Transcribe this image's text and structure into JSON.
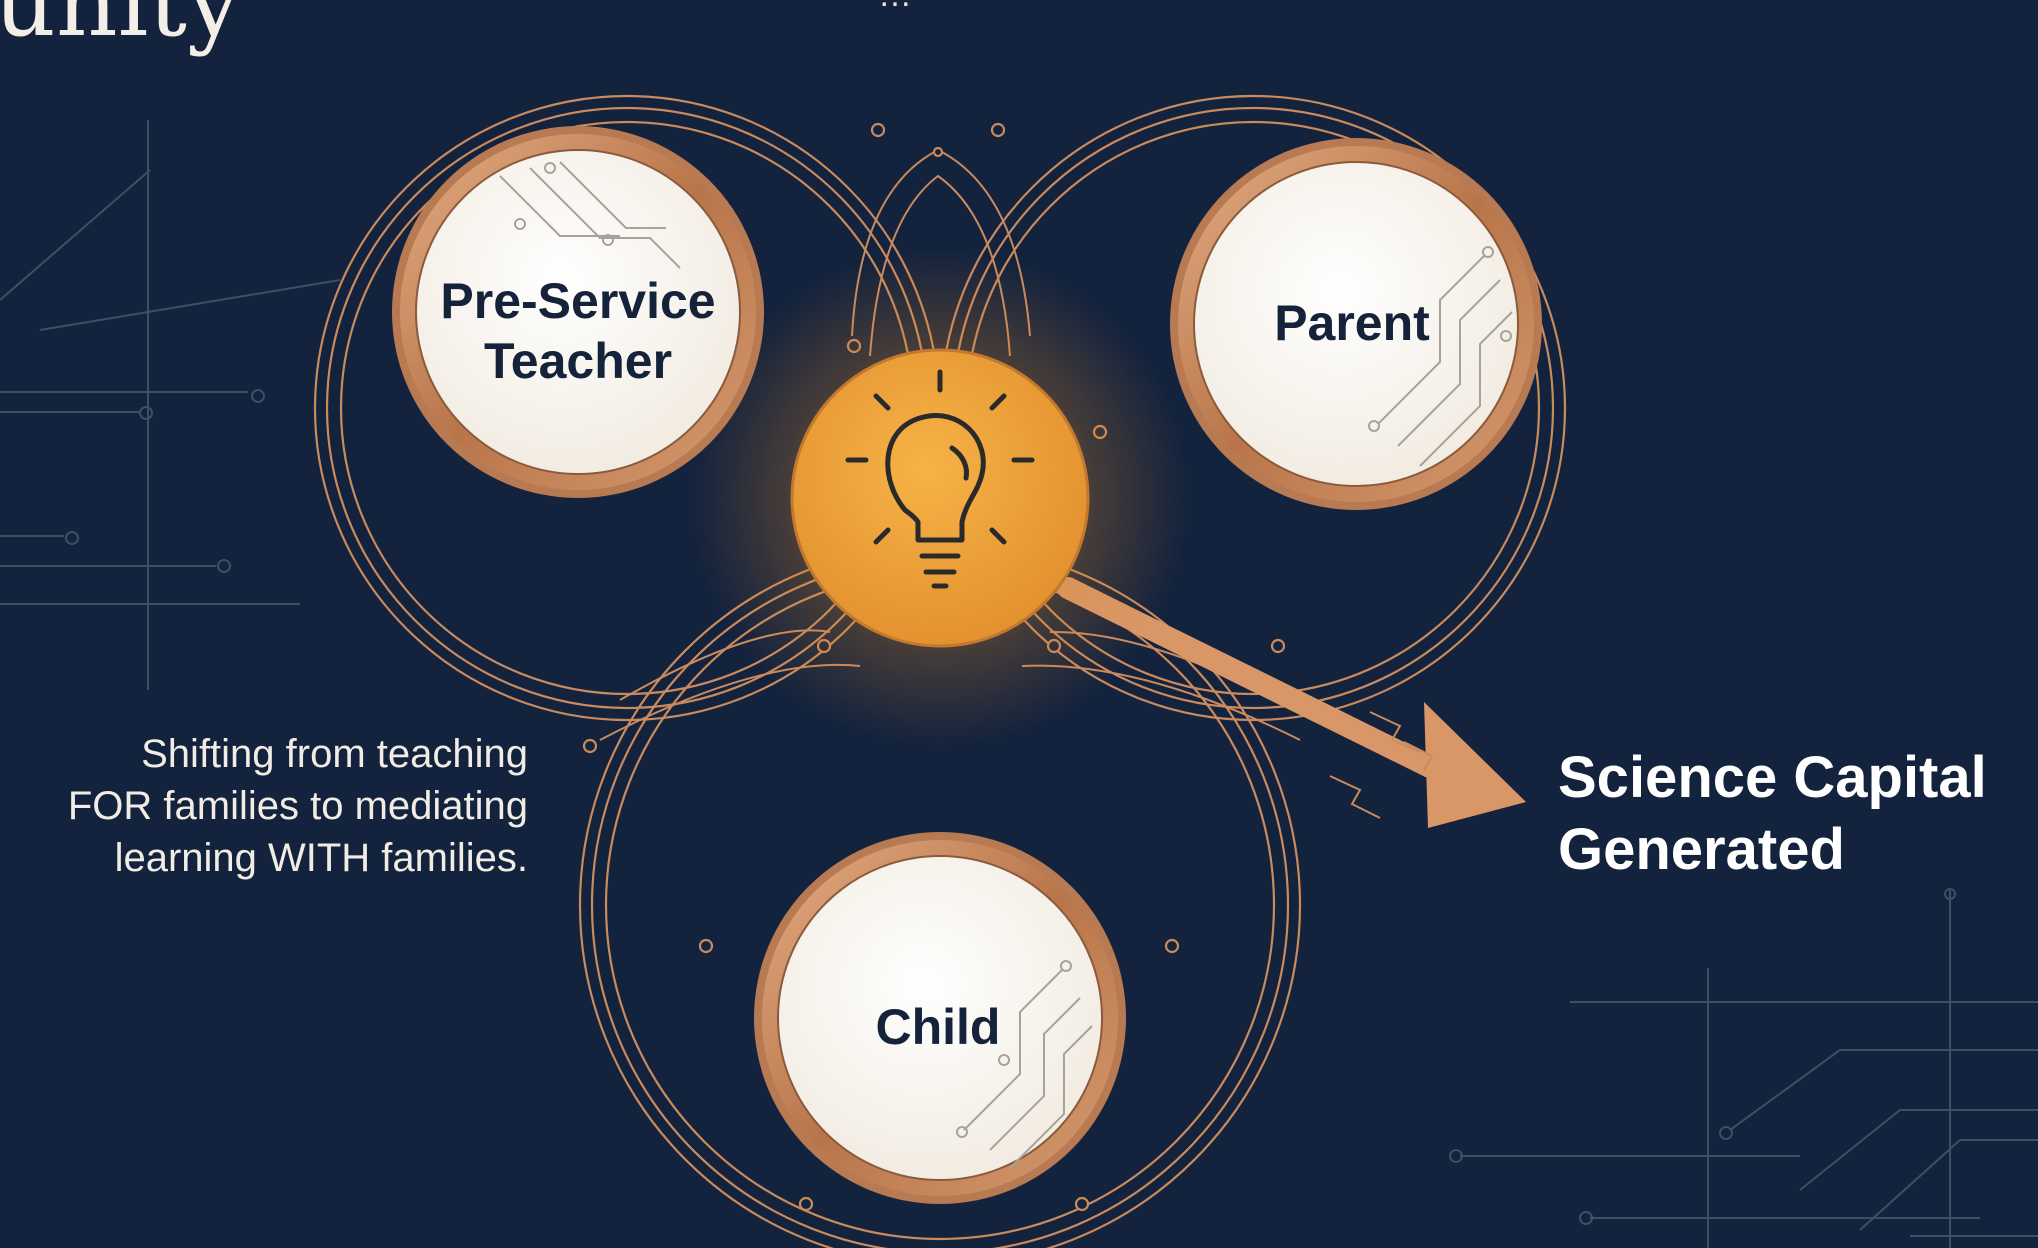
{
  "header": {
    "title_fragment": "unity",
    "subtitle_fragment": "…"
  },
  "nodes": {
    "pre_service_teacher": {
      "line1": "Pre-Service",
      "line2": "Teacher"
    },
    "parent": {
      "label": "Parent"
    },
    "child": {
      "label": "Child"
    }
  },
  "hub": {
    "icon": "lightbulb-icon"
  },
  "caption": {
    "line1": "Shifting from teaching",
    "line2": "FOR families to mediating",
    "line3": "learning WITH families."
  },
  "outcome": {
    "line1": "Science Capital",
    "line2": "Generated"
  },
  "colors": {
    "background": "#13223d",
    "copper": "#c98a5e",
    "hub": "#eea036",
    "node_fill": "#faf6ef",
    "label_text": "#14223a"
  }
}
